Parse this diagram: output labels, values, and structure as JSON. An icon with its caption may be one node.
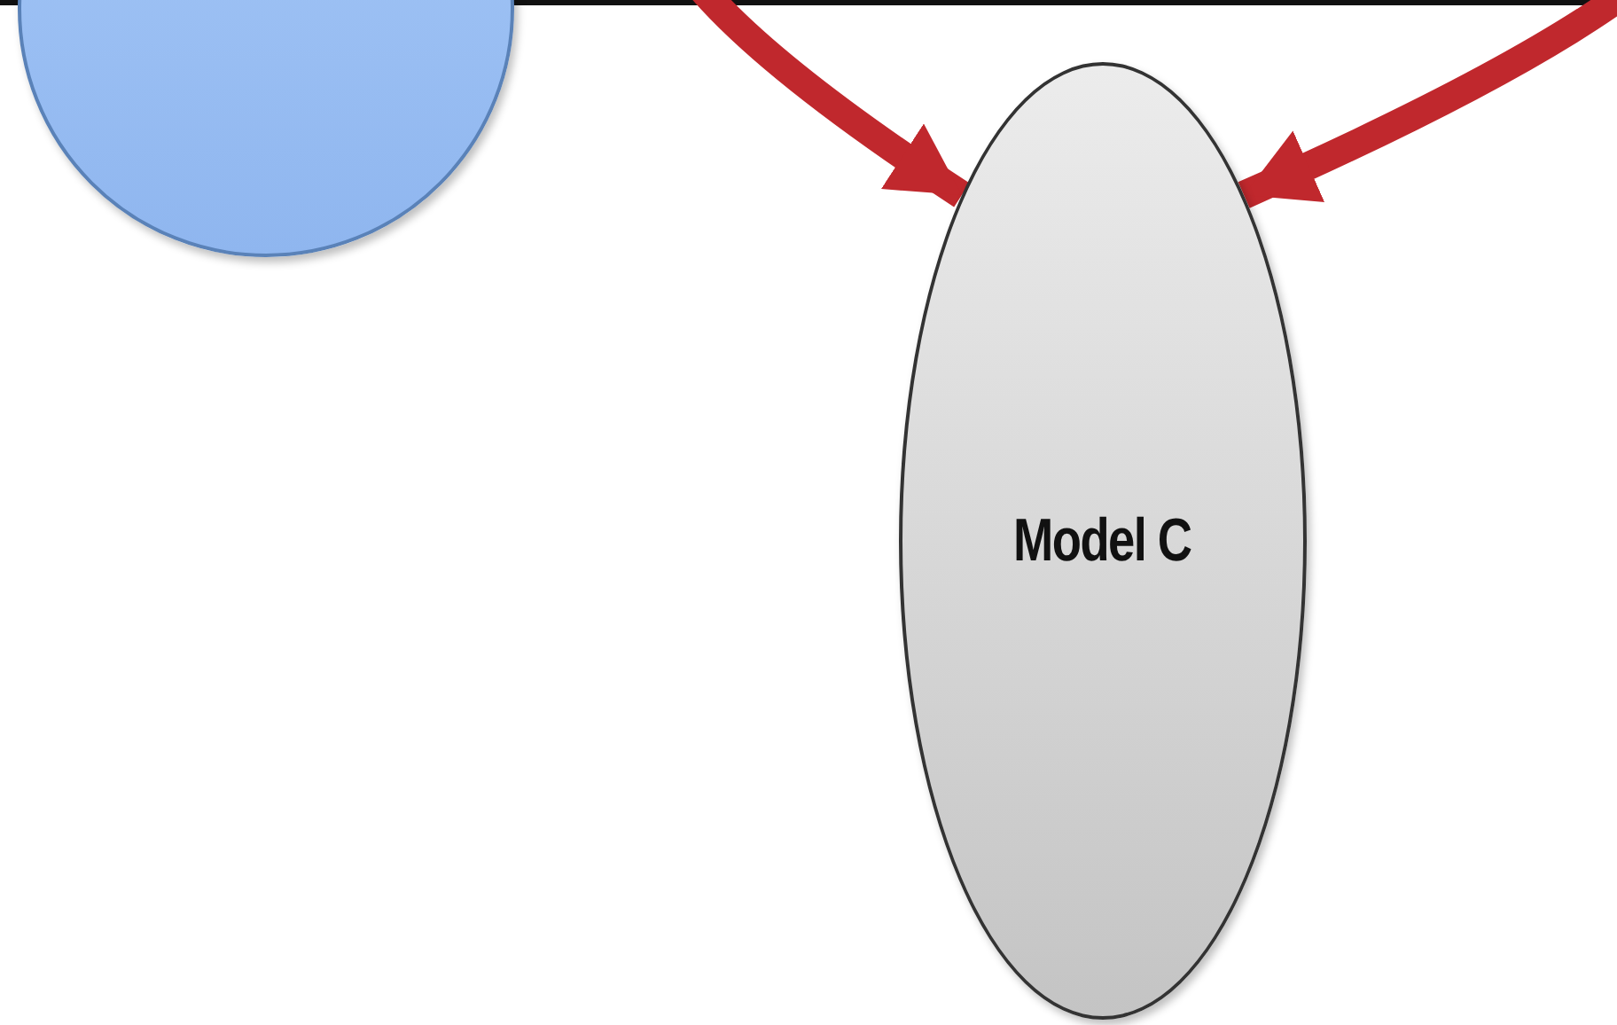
{
  "diagram": {
    "nodes": [
      {
        "text": [],
        "shape": "circle"
      },
      {
        "text": [
          "Model C"
        ]
      }
    ],
    "edges": [
      {
        "from": null,
        "to": 1,
        "arrow": "to",
        "color": "#c0282d"
      },
      {
        "from": null,
        "to": 1,
        "arrow": "to",
        "color": "#c0282d"
      }
    ]
  }
}
